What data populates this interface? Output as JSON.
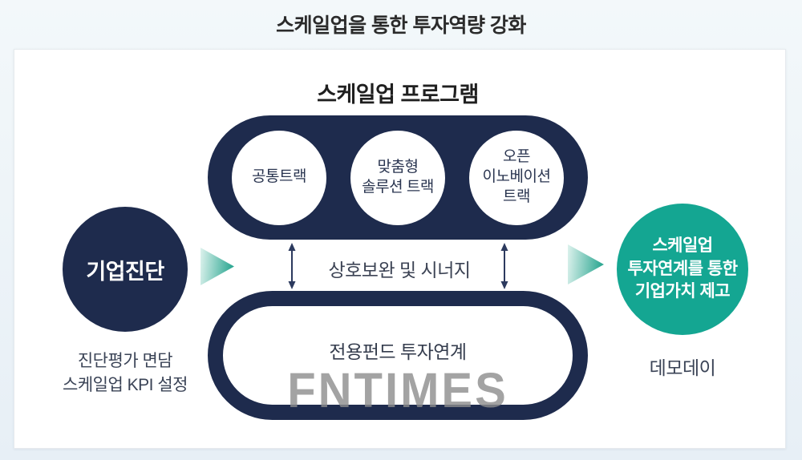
{
  "header": {
    "title": "스케일업을 통한 투자역량 강화"
  },
  "diagram": {
    "heading": "스케일업 프로그램",
    "tracks": [
      {
        "lines": [
          "공통트랙"
        ]
      },
      {
        "lines": [
          "맞춤형",
          "솔루션 트랙"
        ]
      },
      {
        "lines": [
          "오픈",
          "이노베이션",
          "트랙"
        ]
      }
    ],
    "left_circle": {
      "label": "기업진단",
      "caption_lines": [
        "진단평가 면담",
        "스케일업 KPI 설정"
      ]
    },
    "middle_label": "상호보완 및 시너지",
    "bottom_pill": {
      "label": "전용펀드 투자연계"
    },
    "right_circle": {
      "lines": [
        "스케일업",
        "투자연계를 통한",
        "기업가치 제고"
      ],
      "caption": "데모데이"
    },
    "watermark": "FNTIMES"
  },
  "colors": {
    "navy": "#1e2b4d",
    "teal": "#14a692",
    "teal-light": "#ddf2ed",
    "text-dark": "#2b2b2b",
    "text-caption": "#3a4356",
    "watermark": "#8d8d8d",
    "bg-top": "#f3f8fa",
    "bg-bottom": "#e7eff6"
  }
}
